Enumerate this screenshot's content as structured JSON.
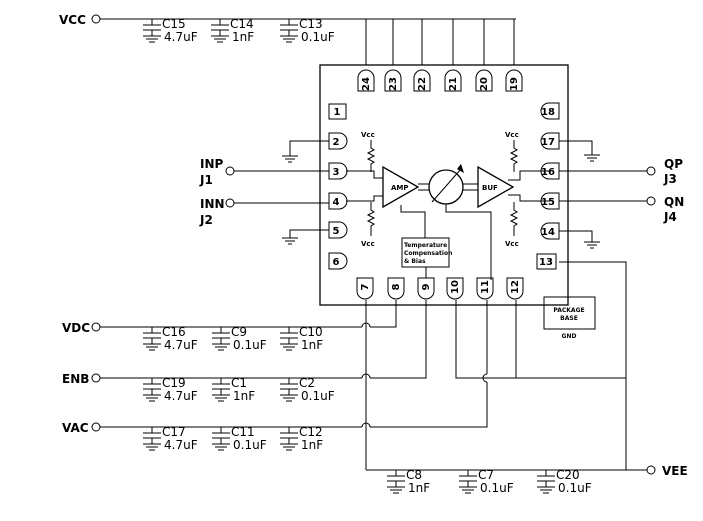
{
  "nets": {
    "vcc": "VCC",
    "vdc": "VDC",
    "enb": "ENB",
    "vac": "VAC",
    "vee": "VEE",
    "inp": "INP",
    "j1": "J1",
    "inn": "INN",
    "j2": "J2",
    "qp": "QP",
    "j3": "J3",
    "qn": "QN",
    "j4": "J4"
  },
  "capacitors": {
    "c15": {
      "ref": "C15",
      "value": "4.7uF"
    },
    "c14": {
      "ref": "C14",
      "value": "1nF"
    },
    "c13": {
      "ref": "C13",
      "value": "0.1uF"
    },
    "c16": {
      "ref": "C16",
      "value": "4.7uF"
    },
    "c9": {
      "ref": "C9",
      "value": "0.1uF"
    },
    "c10": {
      "ref": "C10",
      "value": "1nF"
    },
    "c19": {
      "ref": "C19",
      "value": "4.7uF"
    },
    "c1": {
      "ref": "C1",
      "value": "1nF"
    },
    "c2": {
      "ref": "C2",
      "value": "0.1uF"
    },
    "c17": {
      "ref": "C17",
      "value": "4.7uF"
    },
    "c11": {
      "ref": "C11",
      "value": "0.1uF"
    },
    "c12": {
      "ref": "C12",
      "value": "1nF"
    },
    "c8": {
      "ref": "C8",
      "value": "1nF"
    },
    "c7": {
      "ref": "C7",
      "value": "0.1uF"
    },
    "c20": {
      "ref": "C20",
      "value": "0.1uF"
    }
  },
  "pins": {
    "p1": "1",
    "p2": "2",
    "p3": "3",
    "p4": "4",
    "p5": "5",
    "p6": "6",
    "p7": "7",
    "p8": "8",
    "p9": "9",
    "p10": "10",
    "p11": "11",
    "p12": "12",
    "p13": "13",
    "p14": "14",
    "p15": "15",
    "p16": "16",
    "p17": "17",
    "p18": "18",
    "p19": "19",
    "p20": "20",
    "p21": "21",
    "p22": "22",
    "p23": "23",
    "p24": "24"
  },
  "chip": {
    "amp": "AMP",
    "buf": "BUF",
    "vcc": "Vcc",
    "temp_line1": "Temperature",
    "temp_line2": "Compensation",
    "temp_line3": "& Bias",
    "package_line1": "PACKAGE",
    "package_line2": "BASE",
    "gnd": "GND"
  }
}
